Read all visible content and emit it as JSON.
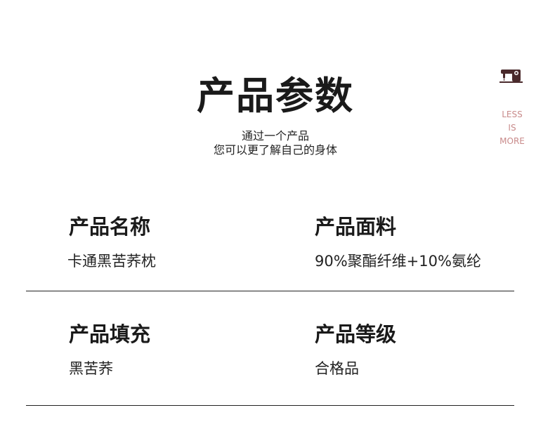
{
  "header": {
    "title": "产品参数",
    "subtitle_line1": "通过一个产品",
    "subtitle_line2": "您可以更了解自己的身体"
  },
  "badge": {
    "icon": "sewing-machine-icon",
    "line1": "LESS",
    "line2": "IS",
    "line3": "MORE",
    "icon_color": "#4a2a2c",
    "text_color": "#c88a8a"
  },
  "params": [
    {
      "label": "产品名称",
      "value": "卡通黑苦荞枕"
    },
    {
      "label": "产品面料",
      "value": "90%聚酯纤维+10%氨纶"
    },
    {
      "label": "产品填充",
      "value": "黑苦荞"
    },
    {
      "label": "产品等级",
      "value": "合格品"
    }
  ]
}
